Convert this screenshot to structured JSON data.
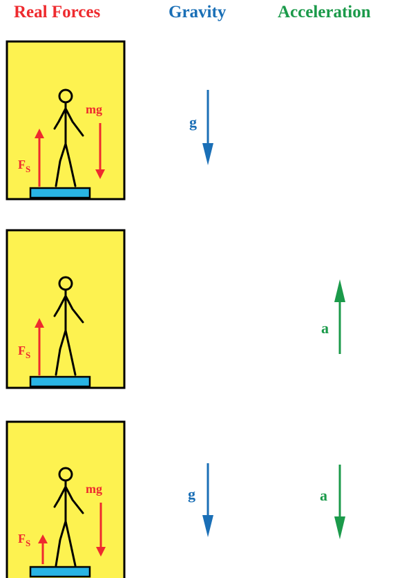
{
  "headers": {
    "real_forces": "Real Forces",
    "gravity": "Gravity",
    "acceleration": "Acceleration"
  },
  "colors": {
    "real_forces": "#ee2a2e",
    "gravity": "#1a6fb6",
    "acceleration": "#1b9a4a",
    "elevator_fill": "#fdf250",
    "scale_fill": "#29b4e4",
    "outline": "#000000"
  },
  "labels": {
    "mg": "mg",
    "fs_main": "F",
    "fs_sub": "S",
    "g": "g",
    "a": "a"
  },
  "rows": [
    {
      "has_fs": true,
      "fs_size": "large",
      "has_mg": true,
      "has_gravity": true,
      "accel_direction": "none"
    },
    {
      "has_fs": true,
      "fs_size": "large",
      "has_mg": false,
      "has_gravity": false,
      "accel_direction": "up"
    },
    {
      "has_fs": true,
      "fs_size": "small",
      "has_mg": true,
      "has_gravity": true,
      "accel_direction": "down"
    }
  ]
}
